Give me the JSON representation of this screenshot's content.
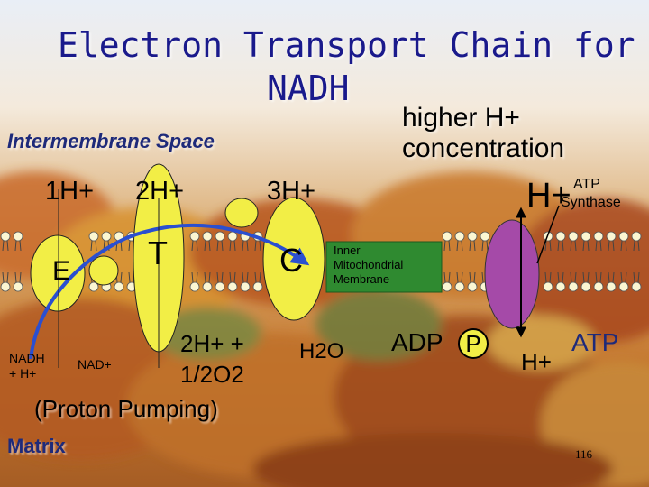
{
  "title": {
    "line1": "Electron Transport Chain for",
    "line2": "NADH"
  },
  "labels": {
    "intermembrane": "Intermembrane Space",
    "higher_line1": "higher H+",
    "higher_line2": "concentration",
    "h1": "1H+",
    "h2": "2H+",
    "h3": "3H+",
    "h_plus_top": "H+",
    "atp_synthase_1": "ATP",
    "atp_synthase_2": "Synthase",
    "complex_e": "E",
    "complex_t": "T",
    "complex_c": "C",
    "inner_1": "Inner",
    "inner_2": "Mitochondrial",
    "inner_3": "Membrane",
    "nadh_1": "NADH",
    "nadh_2": "+ H+",
    "nad_plus": "NAD+",
    "water_1": "2H+ +",
    "water_2": "1/2O2",
    "h2o": "H2O",
    "adp": "ADP",
    "p": "P",
    "h_plus_bottom": "H+",
    "atp": "ATP",
    "proton_pumping": "(Proton Pumping)",
    "matrix": "Matrix",
    "page": "116"
  },
  "colors": {
    "title": "#1a1a8c",
    "nadh_title": "#1a1a8c",
    "protein_fill": "#f2ee46",
    "atp_synthase_fill": "#a54aa8",
    "membrane_box": "#2f8a30",
    "electron_path": "#2a4fd0",
    "oxygen_red": "#cc1111"
  },
  "icons": [
    "autumn-trees-background",
    "phospholipid-bilayer",
    "electron-path-arrow",
    "proton-arrow"
  ]
}
